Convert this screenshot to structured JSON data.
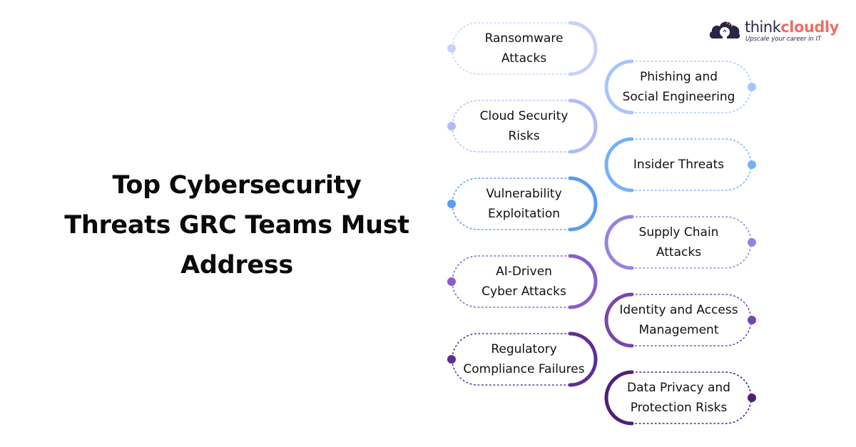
{
  "title": {
    "lines": [
      "Top Cybersecurity",
      "Threats GRC Teams Must",
      "Address"
    ]
  },
  "logo": {
    "brand_part1": "think",
    "brand_part2": "cloudly",
    "tagline": "Upscale your career in IT",
    "icon": "cloud-lightbulb-icon",
    "colors": {
      "dark": "#2a2547",
      "accent": "#ef6f64"
    }
  },
  "threats": [
    {
      "side": "left",
      "lines": [
        "Ransomware",
        "Attacks"
      ],
      "color": "#c7d1fb"
    },
    {
      "side": "right",
      "lines": [
        "Phishing and",
        "Social Engineering"
      ],
      "color": "#a6c6fb"
    },
    {
      "side": "left",
      "lines": [
        "Cloud Security",
        "Risks"
      ],
      "color": "#b0bbfa"
    },
    {
      "side": "right",
      "lines": [
        "Insider Threats"
      ],
      "color": "#78b0f8"
    },
    {
      "side": "left",
      "lines": [
        "Vulnerability",
        "Exploitation"
      ],
      "color": "#5a9cf2"
    },
    {
      "side": "right",
      "lines": [
        "Supply Chain",
        "Attacks"
      ],
      "color": "#9a82dc"
    },
    {
      "side": "left",
      "lines": [
        "AI-Driven",
        "Cyber Attacks"
      ],
      "color": "#8a5ec8"
    },
    {
      "side": "right",
      "lines": [
        "Identity and Access",
        "Management"
      ],
      "color": "#7447b0"
    },
    {
      "side": "left",
      "lines": [
        "Regulatory",
        "Compliance Failures"
      ],
      "color": "#5e2f93"
    },
    {
      "side": "right",
      "lines": [
        "Data Privacy and",
        "Protection Risks"
      ],
      "color": "#4e1f78"
    }
  ]
}
